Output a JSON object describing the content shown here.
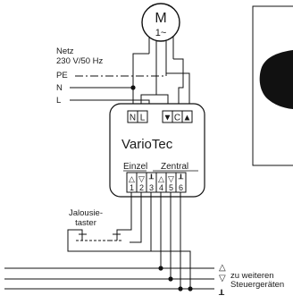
{
  "motor": {
    "letter": "M",
    "phase": "1~"
  },
  "supply": {
    "label_1": "Netz",
    "label_2": "230 V/50 Hz",
    "pe": "PE",
    "n": "N",
    "l": "L"
  },
  "device": {
    "name": "VarioTec",
    "group_single": "Einzel",
    "group_central": "Zentral",
    "top_terminals": [
      "N",
      "L",
      "▼",
      "C",
      "▲"
    ],
    "bottom_symbols": [
      "△",
      "▽",
      "┸",
      "△",
      "▽",
      "┸"
    ],
    "bottom_numbers": [
      "1",
      "2",
      "3",
      "4",
      "5",
      "6"
    ]
  },
  "switch_label": {
    "line1": "Jalousie-",
    "line2": "taster"
  },
  "bus": {
    "up": "△",
    "up_text": "zu weiteren",
    "down": "▽",
    "down_text": "Steuergeräten",
    "common": "┸"
  }
}
